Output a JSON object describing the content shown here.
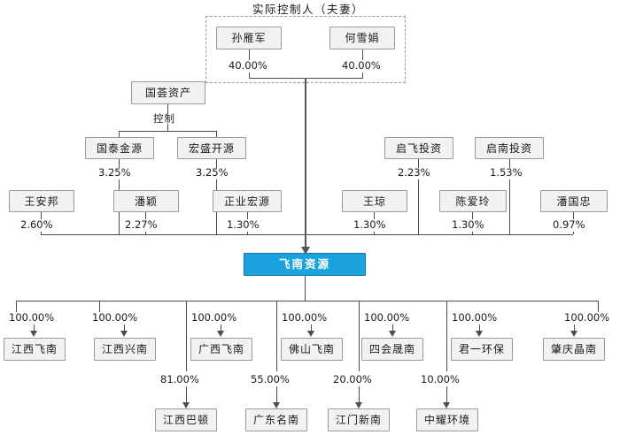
{
  "diagram": {
    "title": "实际控制人（夫妻）",
    "control_label": "控制",
    "center": {
      "name": "飞南资源",
      "color": "#1BA3DE"
    }
  },
  "controllers": [
    {
      "name": "孙雁军",
      "pct": "40.00%"
    },
    {
      "name": "何雪娟",
      "pct": "40.00%"
    }
  ],
  "holding_entity": {
    "name": "国荟资产"
  },
  "platform_shareholders": [
    {
      "name": "国泰金源",
      "pct": "3.25%"
    },
    {
      "name": "宏盛开源",
      "pct": "3.25%"
    },
    {
      "name": "启飞投资",
      "pct": "2.23%"
    },
    {
      "name": "启南投资",
      "pct": "1.53%"
    }
  ],
  "other_shareholders": [
    {
      "name": "王安邦",
      "pct": "2.60%"
    },
    {
      "name": "潘颖",
      "pct": "2.27%"
    },
    {
      "name": "正业宏源",
      "pct": "1.30%"
    },
    {
      "name": "王琼",
      "pct": "1.30%"
    },
    {
      "name": "陈爱玲",
      "pct": "1.30%"
    },
    {
      "name": "潘国忠",
      "pct": "0.97%"
    }
  ],
  "subsidiaries": [
    {
      "name": "江西飞南",
      "pct": "100.00%"
    },
    {
      "name": "江西兴南",
      "pct": "100.00%"
    },
    {
      "name": "广西飞南",
      "pct": "100.00%"
    },
    {
      "name": "佛山飞南",
      "pct": "100.00%"
    },
    {
      "name": "四会晟南",
      "pct": "100.00%"
    },
    {
      "name": "君一环保",
      "pct": "100.00%"
    },
    {
      "name": "肇庆晶南",
      "pct": "100.00%"
    }
  ],
  "sub_subsidiaries": [
    {
      "name": "江西巴顿",
      "pct": "81.00%"
    },
    {
      "name": "广东名南",
      "pct": "55.00%"
    },
    {
      "name": "江门新南",
      "pct": "20.00%"
    },
    {
      "name": "中耀环境",
      "pct": "10.00%"
    }
  ]
}
